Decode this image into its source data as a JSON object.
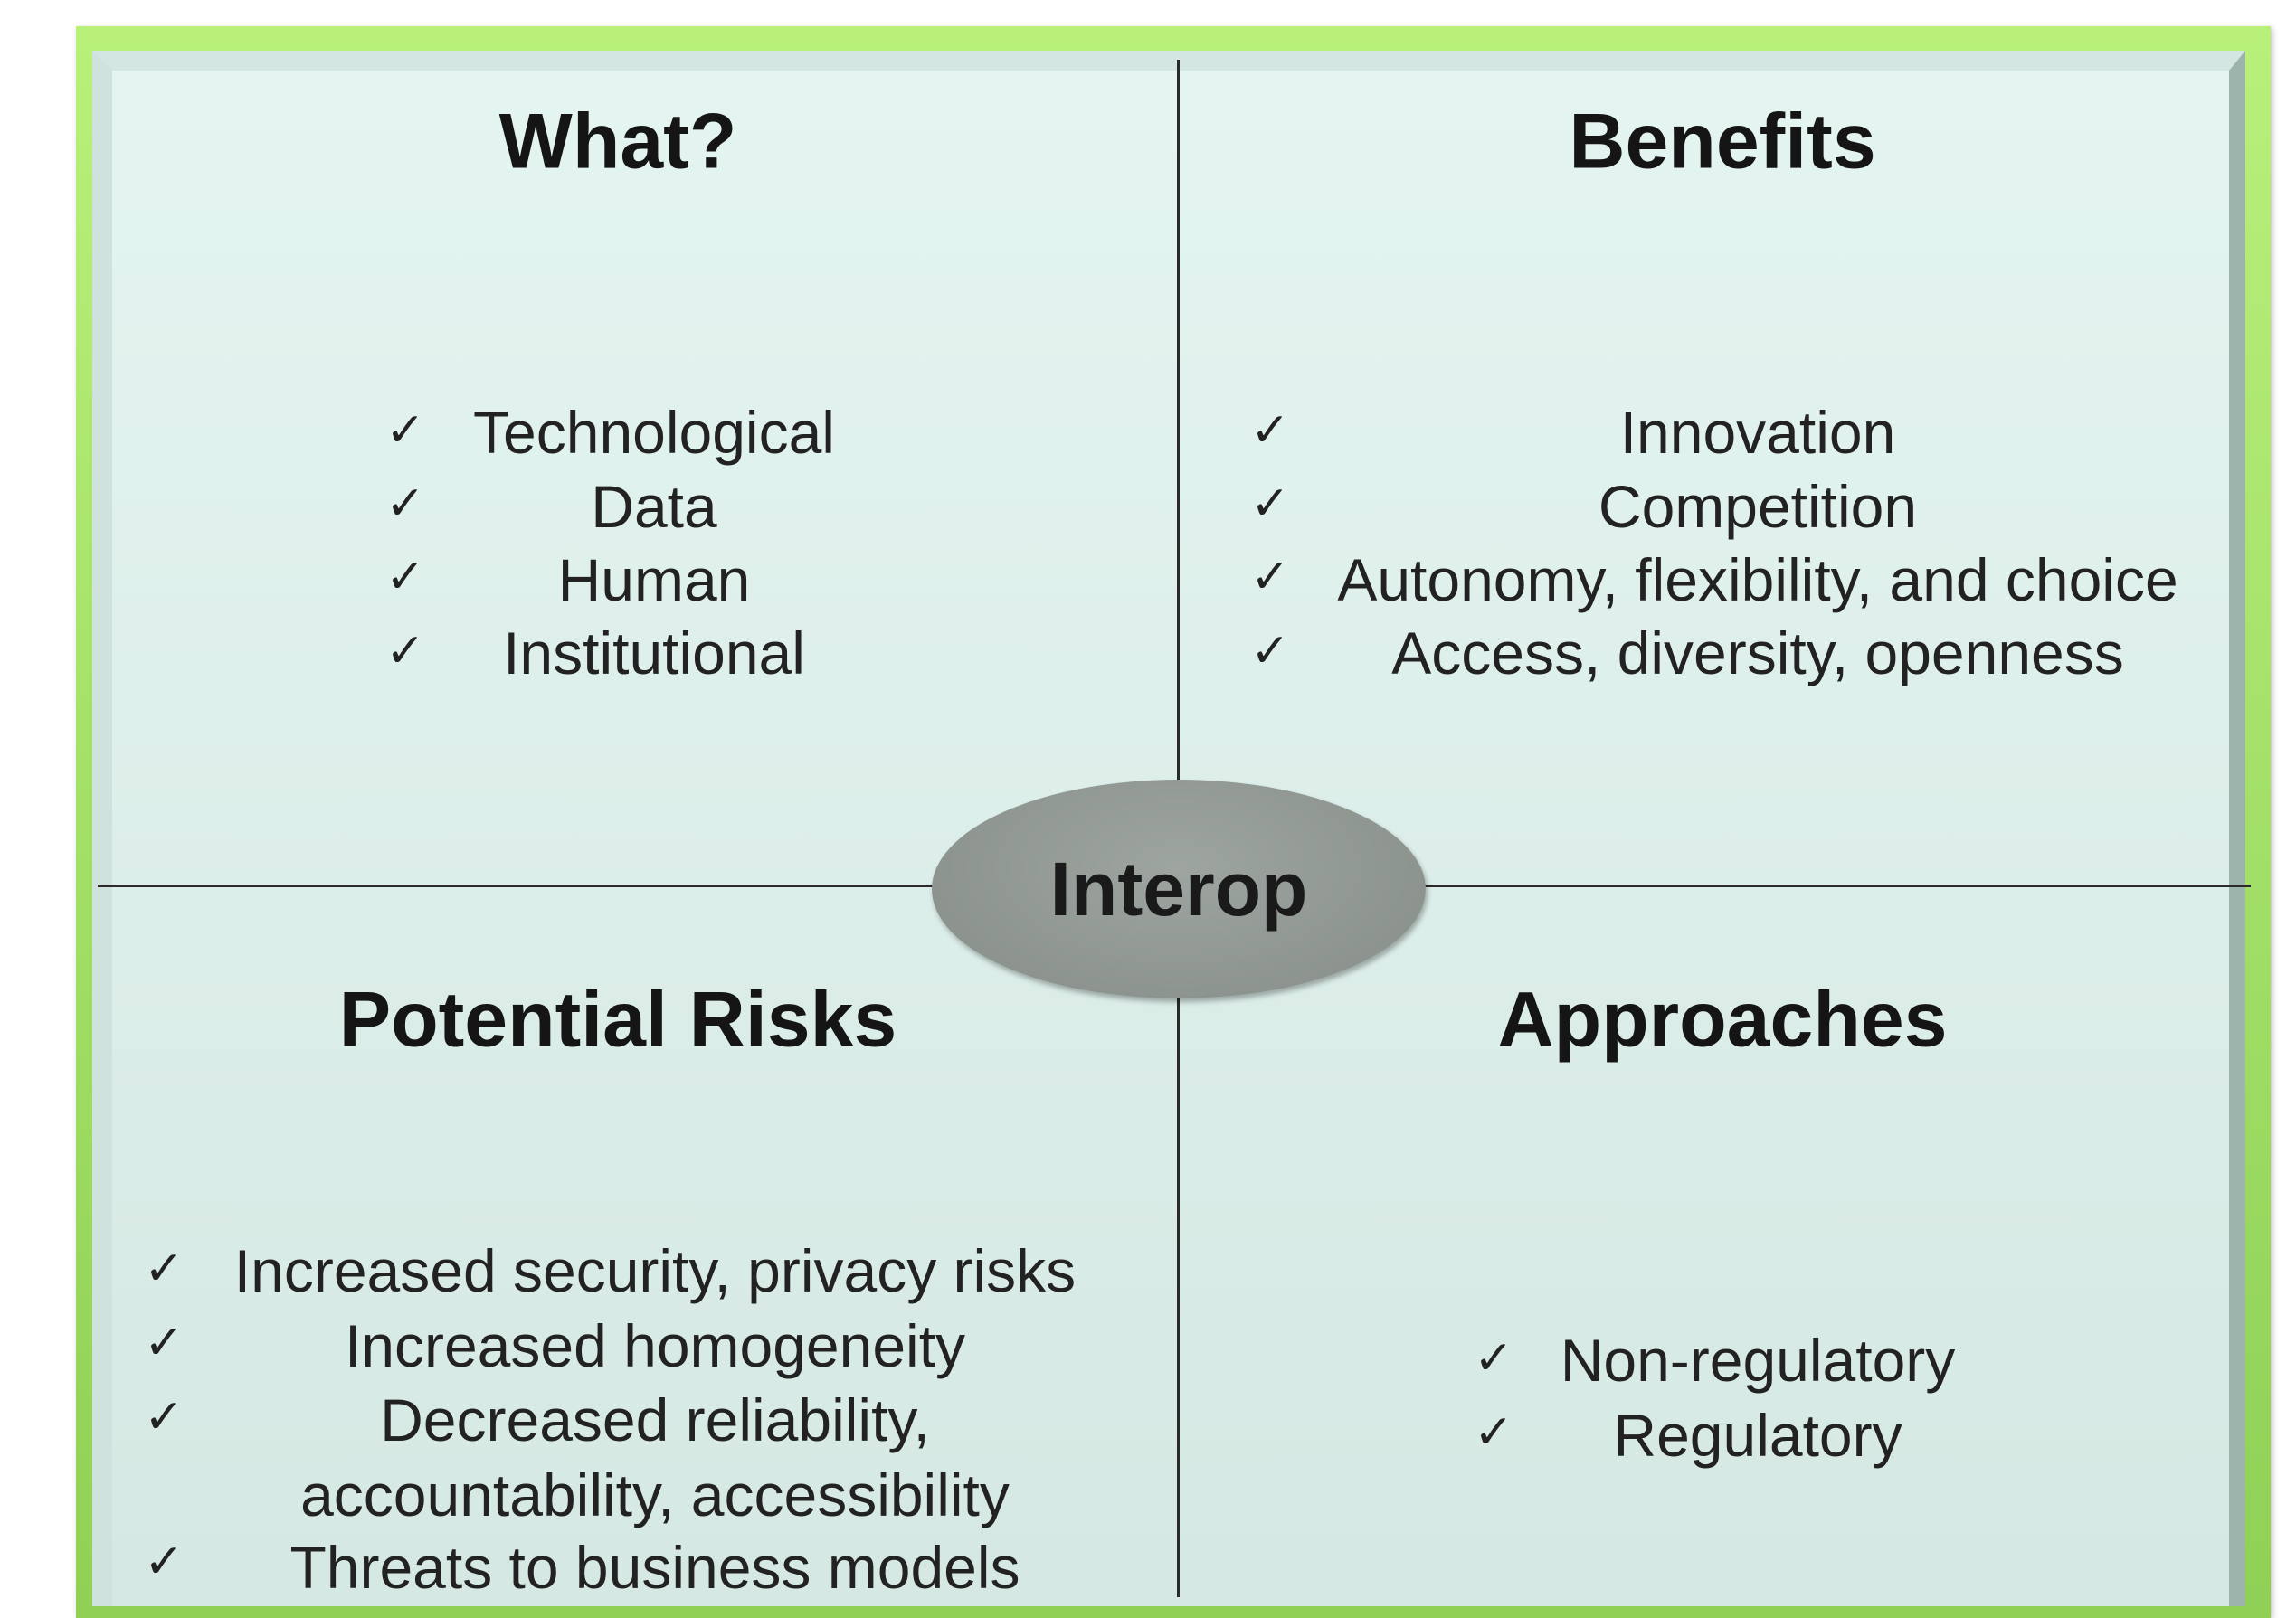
{
  "center": {
    "label": "Interop"
  },
  "quadrants": {
    "what": {
      "title": "What?",
      "items": [
        "Technological",
        "Data",
        "Human",
        "Institutional"
      ]
    },
    "benefits": {
      "title": "Benefits",
      "items": [
        "Innovation",
        "Competition",
        "Autonomy, flexibility, and choice",
        "Access, diversity, openness"
      ]
    },
    "risks": {
      "title": "Potential Risks",
      "items": [
        "Increased security, privacy risks",
        "Increased homogeneity",
        "Decreased reliability,",
        "accountability, accessibility",
        "Threats to business models"
      ]
    },
    "approaches": {
      "title": "Approaches",
      "items": [
        "Non-regulatory",
        "Regulatory"
      ]
    }
  },
  "check_glyph": "✓",
  "colors": {
    "frame": "#9fdc62",
    "panel": "#dcefeb",
    "ellipse": "#8f9691"
  }
}
